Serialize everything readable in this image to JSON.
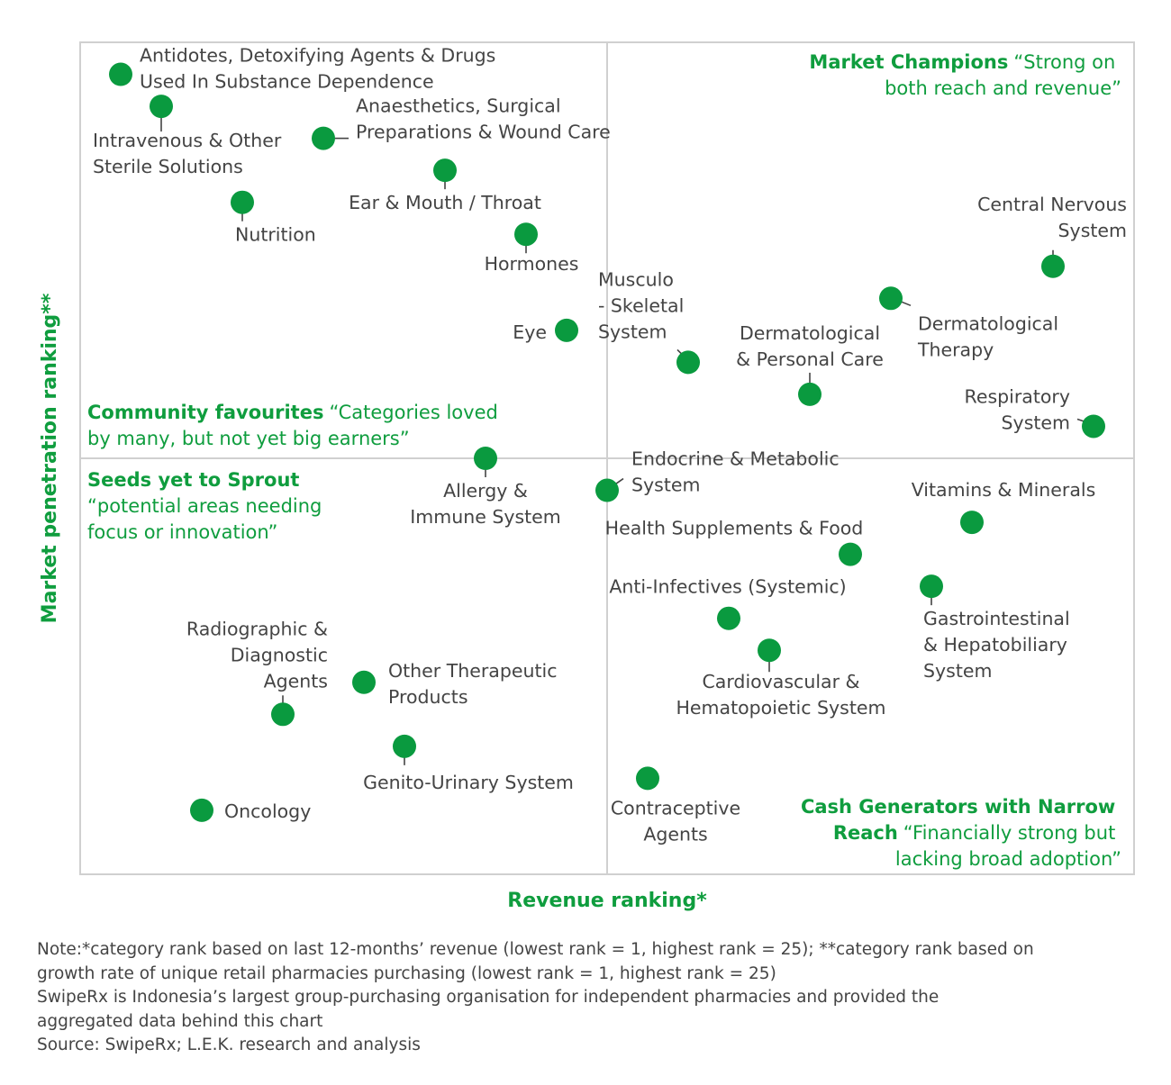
{
  "chart_data": {
    "type": "scatter",
    "title": "",
    "xlabel": "Revenue ranking*",
    "ylabel": "Market penetration ranking**",
    "xlim": [
      0,
      26
    ],
    "ylim": [
      0,
      26
    ],
    "grid": false,
    "colors": {
      "point": "#0a9a3f",
      "accent": "#0f9d3e",
      "frame": "#d0d0d0"
    },
    "quadrants": [
      {
        "id": "top-left",
        "title": "Community favourites",
        "subtitle": "“Categories loved",
        "subtitle2": "by many, but not yet big earners”"
      },
      {
        "id": "top-right",
        "title": "Market Champions",
        "subtitle": "“Strong on",
        "subtitle2": "both reach and revenue”"
      },
      {
        "id": "bottom-left",
        "title": "Seeds yet to Sprout",
        "subtitle": "“potential areas needing",
        "subtitle2": "focus or innovation”"
      },
      {
        "id": "bottom-right",
        "title": "Cash Generators with Narrow",
        "title2": "Reach",
        "subtitle": "“Financially strong but",
        "subtitle2": "lacking broad adoption”"
      }
    ],
    "points": [
      {
        "name": "Antidotes, Detoxifying Agents & Drugs Used In Substance Dependence",
        "label_lines": [
          "Antidotes, Detoxifying Agents & Drugs",
          "Used In Substance Dependence"
        ],
        "x": 1,
        "y": 25
      },
      {
        "name": "Intravenous & Other Sterile Solutions",
        "label_lines": [
          "Intravenous & Other",
          "Sterile Solutions"
        ],
        "x": 2,
        "y": 24
      },
      {
        "name": "Anaesthetics, Surgical Preparations & Wound Care",
        "label_lines": [
          "Anaesthetics, Surgical",
          "Preparations & Wound Care"
        ],
        "x": 6,
        "y": 23
      },
      {
        "name": "Ear & Mouth / Throat",
        "label_lines": [
          "Ear & Mouth / Throat"
        ],
        "x": 9,
        "y": 22
      },
      {
        "name": "Nutrition",
        "label_lines": [
          "Nutrition"
        ],
        "x": 4,
        "y": 21
      },
      {
        "name": "Hormones",
        "label_lines": [
          "Hormones"
        ],
        "x": 11,
        "y": 20
      },
      {
        "name": "Central Nervous System",
        "label_lines": [
          "Central Nervous",
          "System"
        ],
        "x": 24,
        "y": 19
      },
      {
        "name": "Dermatological Therapy",
        "label_lines": [
          "Dermatological",
          "Therapy"
        ],
        "x": 20,
        "y": 18
      },
      {
        "name": "Eye",
        "label_lines": [
          "Eye"
        ],
        "x": 12,
        "y": 17
      },
      {
        "name": "Musculo - Skeletal System",
        "label_lines": [
          "Musculo",
          "- Skeletal",
          "System"
        ],
        "x": 15,
        "y": 16
      },
      {
        "name": "Dermatological & Personal Care",
        "label_lines": [
          "Dermatological",
          "& Personal Care"
        ],
        "x": 18,
        "y": 15
      },
      {
        "name": "Respiratory System",
        "label_lines": [
          "Respiratory",
          "System"
        ],
        "x": 25,
        "y": 14
      },
      {
        "name": "Allergy & Immune System",
        "label_lines": [
          "Allergy &",
          "Immune System"
        ],
        "x": 10,
        "y": 13
      },
      {
        "name": "Endocrine & Metabolic System",
        "label_lines": [
          "Endocrine & Metabolic",
          "System"
        ],
        "x": 13,
        "y": 12
      },
      {
        "name": "Vitamins & Minerals",
        "label_lines": [
          "Vitamins & Minerals"
        ],
        "x": 22,
        "y": 11
      },
      {
        "name": "Health Supplements & Food",
        "label_lines": [
          "Health Supplements & Food"
        ],
        "x": 19,
        "y": 10
      },
      {
        "name": "Gastrointestinal & Hepatobiliary System",
        "label_lines": [
          "Gastrointestinal",
          "& Hepatobiliary",
          "System"
        ],
        "x": 21,
        "y": 9
      },
      {
        "name": "Anti-Infectives (Systemic)",
        "label_lines": [
          "Anti-Infectives (Systemic)"
        ],
        "x": 16,
        "y": 8
      },
      {
        "name": "Cardiovascular & Hematopoietic System",
        "label_lines": [
          "Cardiovascular &",
          "Hematopoietic System"
        ],
        "x": 17,
        "y": 7
      },
      {
        "name": "Other Therapeutic Products",
        "label_lines": [
          "Other Therapeutic",
          "Products"
        ],
        "x": 7,
        "y": 6
      },
      {
        "name": "Radiographic & Diagnostic Agents",
        "label_lines": [
          "Radiographic &",
          "Diagnostic",
          "Agents"
        ],
        "x": 5,
        "y": 5
      },
      {
        "name": "Genito-Urinary System",
        "label_lines": [
          "Genito-Urinary System"
        ],
        "x": 8,
        "y": 4
      },
      {
        "name": "Contraceptive Agents",
        "label_lines": [
          "Contraceptive",
          "Agents"
        ],
        "x": 14,
        "y": 3
      },
      {
        "name": "Oncology",
        "label_lines": [
          "Oncology"
        ],
        "x": 3,
        "y": 2
      }
    ]
  },
  "notes": [
    "Note:*category rank based on last 12-months’ revenue (lowest rank = 1, highest rank = 25); **category rank based on",
    "growth rate of unique retail pharmacies purchasing (lowest rank = 1, highest rank = 25)",
    "SwipeRx is Indonesia’s largest group-purchasing organisation for independent pharmacies and provided the",
    "aggregated data behind this chart",
    "Source: SwipeRx; L.E.K. research and analysis"
  ]
}
